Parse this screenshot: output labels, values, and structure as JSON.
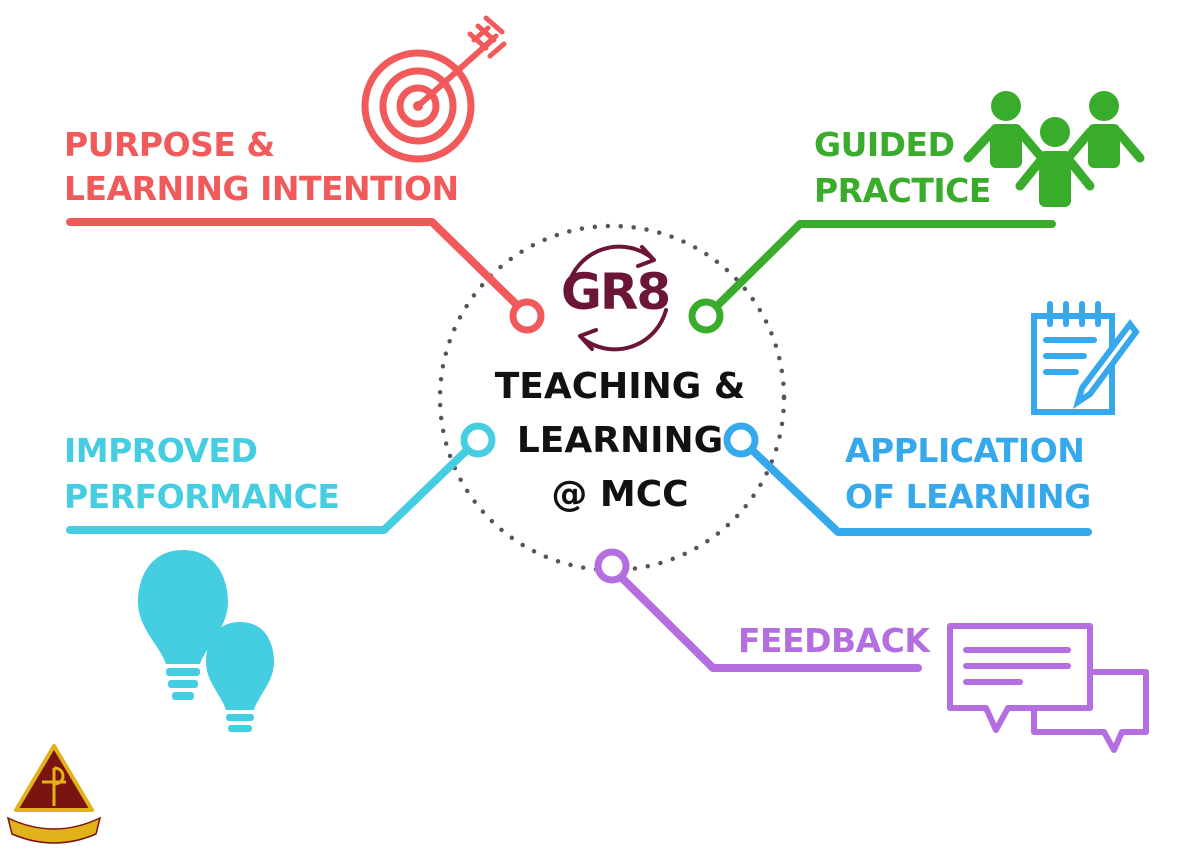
{
  "colors": {
    "red": "#f05a5a",
    "green": "#3aac2b",
    "cyan": "#45cde2",
    "blue": "#36a8ec",
    "purple": "#b46ee0",
    "maroon": "#6b1638",
    "dots": "#555555",
    "crest_red": "#7a1410",
    "crest_gold": "#e2b21a"
  },
  "center": {
    "logo": "GR8",
    "lines": [
      "TEACHING &",
      "LEARNING",
      "@ MCC"
    ]
  },
  "branches": {
    "purpose": {
      "lines": [
        "PURPOSE &",
        "LEARNING INTENTION"
      ],
      "icon": "target-icon"
    },
    "guided": {
      "lines": [
        "GUIDED",
        "PRACTICE"
      ],
      "icon": "people-icon"
    },
    "application": {
      "lines": [
        "APPLICATION",
        "OF LEARNING"
      ],
      "icon": "notepad-pencil-icon"
    },
    "improved": {
      "lines": [
        "IMPROVED",
        "PERFORMANCE"
      ],
      "icon": "lightbulb-icon"
    },
    "feedback": {
      "lines": [
        "FEEDBACK"
      ],
      "icon": "speech-bubbles-icon"
    }
  },
  "crest": {
    "icon": "school-crest-icon"
  }
}
